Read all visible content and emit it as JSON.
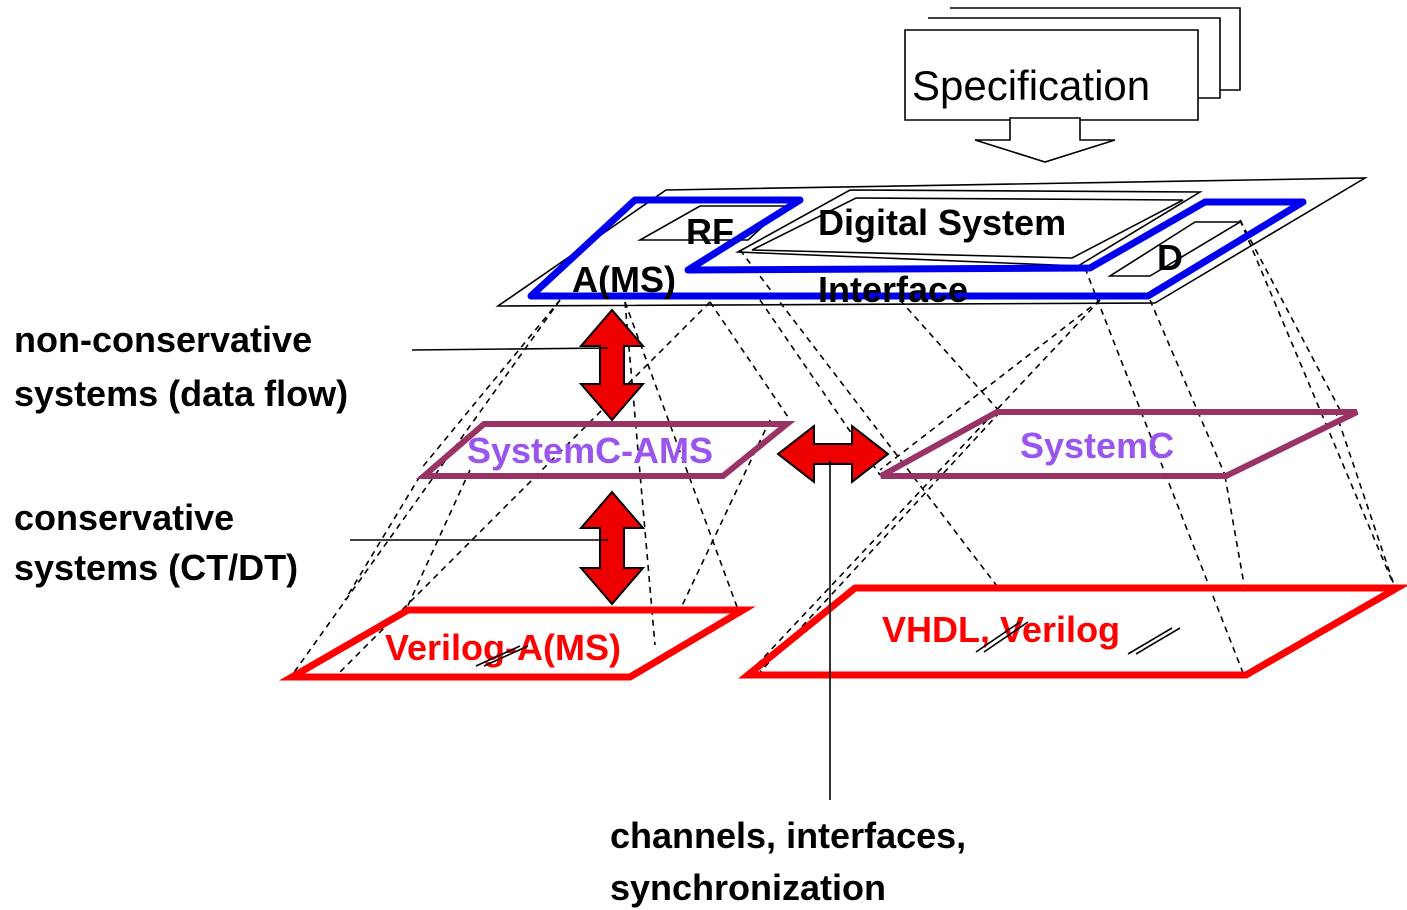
{
  "specification": {
    "label": "Specification"
  },
  "top_layer": {
    "rf": "RF",
    "digital_system": "Digital System",
    "ams": "A(MS)",
    "interface": "Interface",
    "d": "D"
  },
  "middle_layer": {
    "left": "SystemC-AMS",
    "right": "SystemC"
  },
  "bottom_layer": {
    "left": "Verilog-A(MS)",
    "right": "VHDL, Verilog"
  },
  "side_labels": {
    "non_conservative_line1": "non-conservative",
    "non_conservative_line2": "systems (data flow)",
    "conservative_line1": "conservative",
    "conservative_line2": "systems (CT/DT)"
  },
  "bottom_label": {
    "line1": "channels, interfaces,",
    "line2": "synchronization"
  },
  "colors": {
    "blue_ring": "#0000ee",
    "systemc_frame": "#993366",
    "systemc_text": "#9955ee",
    "hdl": "#ff0000",
    "arrow_fill": "#ee0000"
  }
}
